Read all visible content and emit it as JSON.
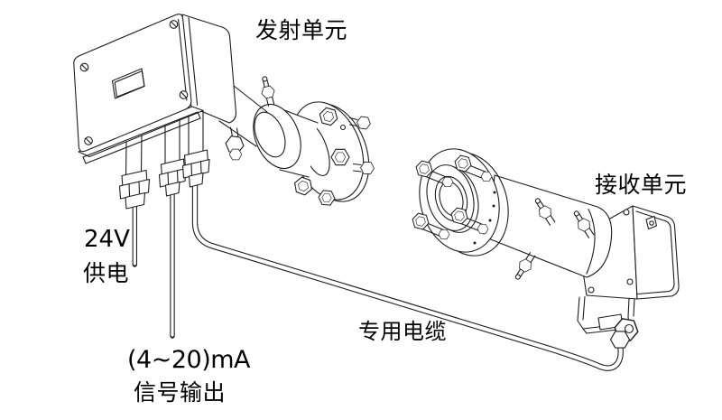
{
  "diagram": {
    "background_color": "#ffffff",
    "line_color": "#1d1d1d",
    "labels": {
      "transmitter_unit": "发射单元",
      "receiver_unit": "接收单元",
      "power_supply_line1": "24V",
      "power_supply_line2": "供电",
      "signal_output_line1": "(4~20)mA",
      "signal_output_line2": "信号输出",
      "dedicated_cable": "专用电缆"
    }
  }
}
